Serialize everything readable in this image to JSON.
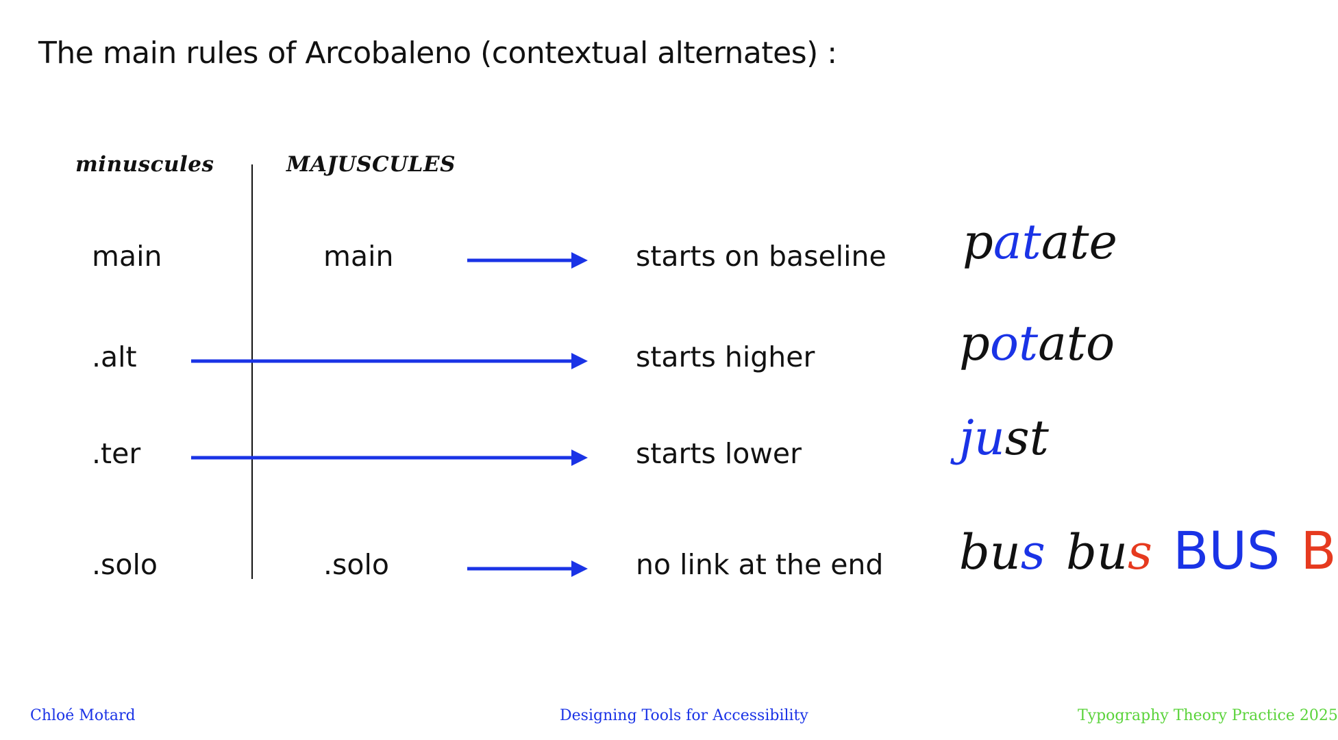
{
  "title": "The main rules of Arcobaleno (contextual alternates) :",
  "headers": {
    "minuscules": "minuscules",
    "majuscules": "MAJUSCULES"
  },
  "rows": [
    {
      "minuscule": "main",
      "majuscule": "main",
      "description": "starts on baseline"
    },
    {
      "minuscule": ".alt",
      "majuscule": "",
      "description": "starts higher"
    },
    {
      "minuscule": ".ter",
      "majuscule": "",
      "description": "starts lower"
    },
    {
      "minuscule": ".solo",
      "majuscule": ".solo",
      "description": "no link at the end"
    }
  ],
  "examples": {
    "patate": {
      "part1": "p",
      "part2": "at",
      "part3": "ate"
    },
    "potato": {
      "part1": "p",
      "part2": "ot",
      "part3": "ato"
    },
    "just": {
      "part1": "ju",
      "part2": "st"
    },
    "bus": {
      "w1a": "bu",
      "w1b": "s",
      "w2a": "bu",
      "w2b": "s",
      "w3": "BUS",
      "w4": "B"
    }
  },
  "footer": {
    "left": "Chloé Motard",
    "center": "Designing Tools for Accessibility",
    "right": "Typography Theory Practice 2025"
  },
  "colors": {
    "accent_blue": "#1a33e6",
    "accent_red": "#e63a1f",
    "accent_green": "#5ad33a",
    "text": "#111111"
  }
}
